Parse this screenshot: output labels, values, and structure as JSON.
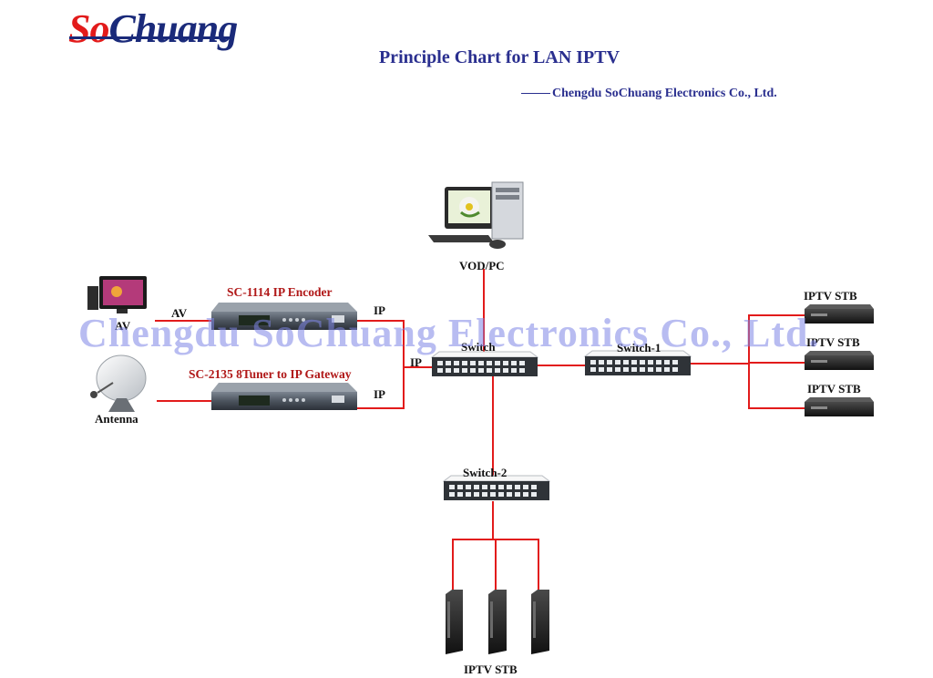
{
  "logo": {
    "initial": "So",
    "rest": "Chuang"
  },
  "title": "Principle Chart for LAN IPTV",
  "subtitle": "Chengdu SoChuang Electronics Co., Ltd.",
  "watermark": "Chengdu SoChuang Electronics Co., Ltd.",
  "colors": {
    "link": "#e21b1b",
    "title": "#2a2f8f",
    "device_label": "#b01717",
    "watermark": "#7f86e6"
  },
  "nodes": {
    "vod_pc": "VOD/PC",
    "av_source": "AV",
    "antenna": "Antenna",
    "encoder": "SC-1114 IP Encoder",
    "gateway": "SC-2135  8Tuner to  IP Gateway",
    "switch": "Switch",
    "switch1": "Switch-1",
    "switch2": "Switch-2",
    "stb_right_1": "IPTV STB",
    "stb_right_2": "IPTV STB",
    "stb_right_3": "IPTV STB",
    "stb_bottom": "IPTV STB"
  },
  "link_labels": {
    "av": "AV",
    "ip_encoder": "IP",
    "ip_gateway": "IP",
    "ip_switch": "IP"
  }
}
